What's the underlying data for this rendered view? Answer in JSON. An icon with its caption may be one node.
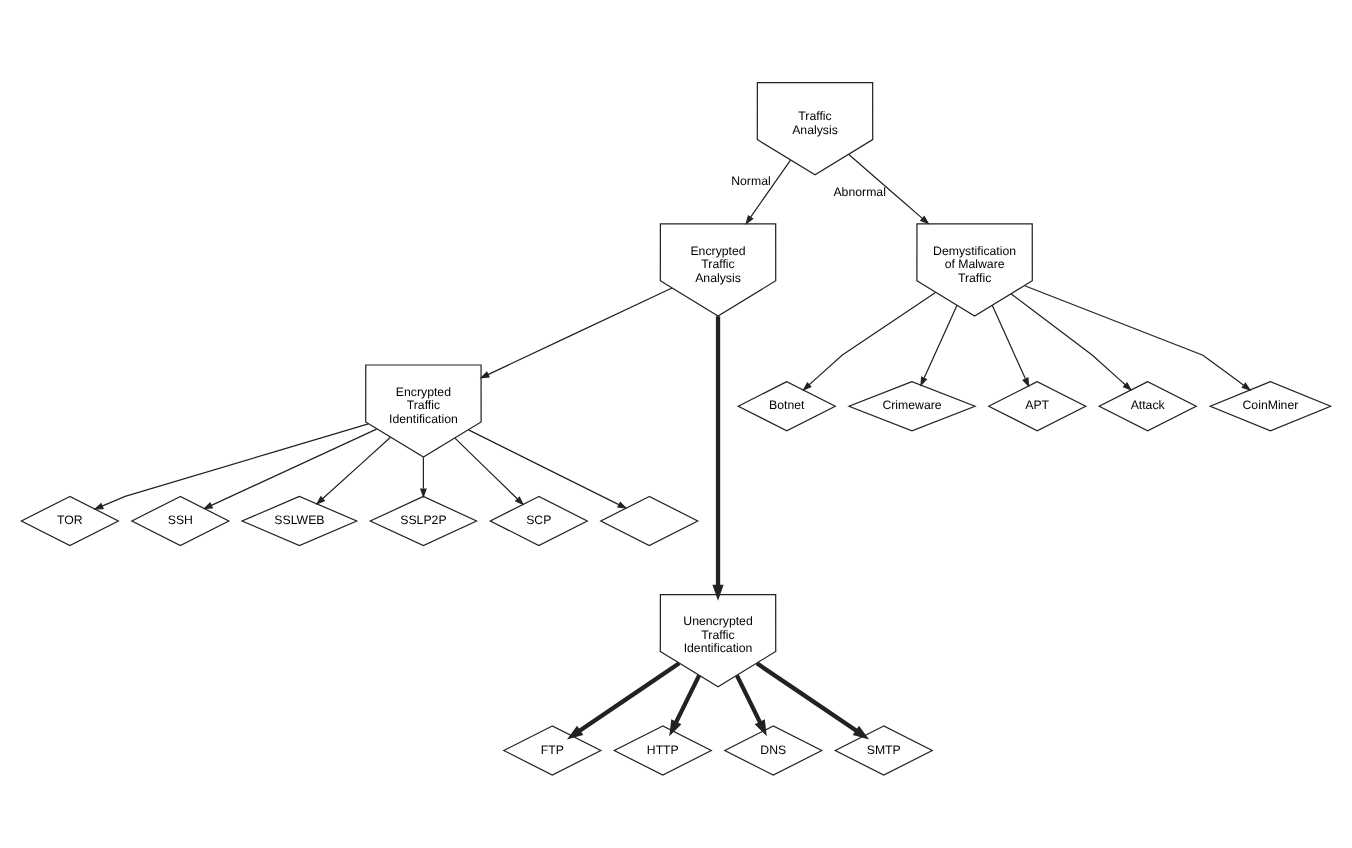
{
  "diagram": {
    "nodes": [
      {
        "text": [
          "Traffic Analysis"
        ]
      },
      {
        "text": [
          "Encrypted Traffic Analysis"
        ]
      },
      {
        "text": [
          "Demystification of Malware Traffic"
        ]
      },
      {
        "text": [
          "Botnet"
        ]
      },
      {
        "text": [
          "Crimeware"
        ]
      },
      {
        "text": [
          "APT"
        ]
      },
      {
        "text": [
          "Attack"
        ]
      },
      {
        "text": [
          "CoinMiner"
        ]
      },
      {
        "text": [
          "Encrypted Traffic Identification"
        ]
      },
      {
        "text": [
          "TOR"
        ]
      },
      {
        "text": [
          "SSH"
        ]
      },
      {
        "text": [
          "SSLWEB"
        ]
      },
      {
        "text": [
          "SSLP2P"
        ]
      },
      {
        "text": [
          "SCP"
        ]
      },
      {
        "text": [],
        "shape": "diamond"
      },
      {
        "text": [
          "Unencrypted Traffic Identification"
        ]
      },
      {
        "text": [
          "FTP"
        ]
      },
      {
        "text": [
          "HTTP"
        ]
      },
      {
        "text": [
          "DNS"
        ]
      },
      {
        "text": [
          "SMTP"
        ]
      }
    ],
    "edges": [
      {
        "from": 0,
        "to": 1,
        "arrow": "to",
        "label": "Normal"
      },
      {
        "from": 0,
        "to": 2,
        "arrow": "to",
        "label": "Abnormal"
      },
      {
        "from": 2,
        "to": 3,
        "arrow": "to"
      },
      {
        "from": 2,
        "to": 4,
        "arrow": "to"
      },
      {
        "from": 2,
        "to": 5,
        "arrow": "to"
      },
      {
        "from": 2,
        "to": 6,
        "arrow": "to"
      },
      {
        "from": 2,
        "to": 7,
        "arrow": "to"
      },
      {
        "from": 1,
        "to": 8,
        "arrow": "to"
      },
      {
        "from": 1,
        "to": 15,
        "arrow": "to",
        "style": "thick"
      },
      {
        "from": 8,
        "to": 9,
        "arrow": "to"
      },
      {
        "from": 8,
        "to": 10,
        "arrow": "to"
      },
      {
        "from": 8,
        "to": 11,
        "arrow": "to"
      },
      {
        "from": 8,
        "to": 12,
        "arrow": "to"
      },
      {
        "from": 8,
        "to": 13,
        "arrow": "to"
      },
      {
        "from": 8,
        "to": 14,
        "arrow": "to"
      },
      {
        "from": 15,
        "to": 16,
        "arrow": "to",
        "style": "thick"
      },
      {
        "from": 15,
        "to": 17,
        "arrow": "to",
        "style": "thick"
      },
      {
        "from": 15,
        "to": 18,
        "arrow": "to",
        "style": "thick"
      },
      {
        "from": 15,
        "to": 19,
        "arrow": "to",
        "style": "thick"
      }
    ]
  }
}
